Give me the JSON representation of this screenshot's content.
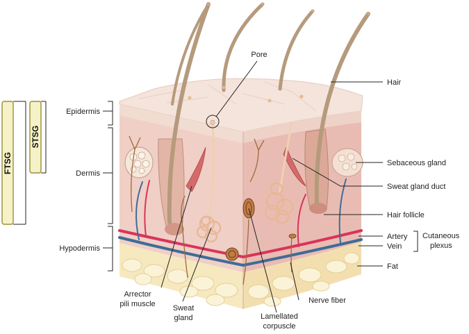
{
  "diagram": {
    "layers": {
      "epidermis": "Epidermis",
      "dermis": "Dermis",
      "hypodermis": "Hypodermis"
    },
    "graft_types": {
      "ftsg": "FTSG",
      "stsg": "STSG"
    },
    "structures": {
      "pore": "Pore",
      "hair": "Hair",
      "sebaceous_gland": "Sebaceous gland",
      "sweat_gland_duct": "Sweat gland duct",
      "hair_follicle": "Hair follicle",
      "artery": "Artery",
      "vein": "Vein",
      "cutaneous_plexus_line1": "Cutaneous",
      "cutaneous_plexus_line2": "plexus",
      "fat": "Fat",
      "arrector_line1": "Arrector",
      "arrector_line2": "pili muscle",
      "sweat_gland_line1": "Sweat",
      "sweat_gland_line2": "gland",
      "lamellated_line1": "Lamellated",
      "lamellated_line2": "corpuscle",
      "nerve_fiber": "Nerve fiber"
    },
    "colors": {
      "epidermis": "#f1dcd2",
      "dermis_front": "#f0cfc7",
      "dermis_side": "#e9bcb3",
      "fat": "#f6e8bf",
      "artery": "#d9345a",
      "vein": "#3f6c97",
      "hair": "#b59a7c",
      "graft_bar": "#f5f2c7"
    }
  }
}
